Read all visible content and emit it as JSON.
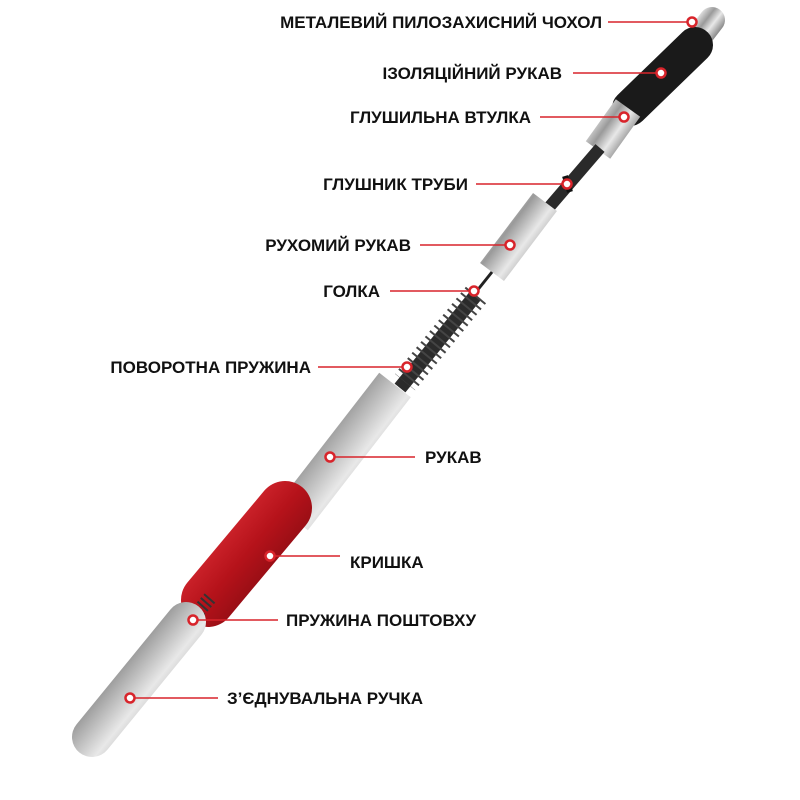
{
  "colors": {
    "accent": "#d8242b",
    "cap_red": "#c81a22",
    "metal": "#c8c8c8",
    "rubber": "#1a1a1a"
  },
  "labels": [
    {
      "id": "metal-dust-cover",
      "text": "МЕТАЛЕВИЙ ПИЛОЗАХИСНИЙ ЧОХОЛ"
    },
    {
      "id": "insulating-sleeve",
      "text": "ІЗОЛЯЦІЙНИЙ РУКАВ"
    },
    {
      "id": "silencer-bushing",
      "text": "ГЛУШИЛЬНА ВТУЛКА"
    },
    {
      "id": "pipe-muffler",
      "text": "ГЛУШНИК ТРУБИ"
    },
    {
      "id": "moving-sleeve",
      "text": "РУХОМИЙ РУКАВ"
    },
    {
      "id": "needle",
      "text": "ГОЛКА"
    },
    {
      "id": "return-spring",
      "text": "ПОВОРОТНА ПРУЖИНА"
    },
    {
      "id": "sleeve",
      "text": "РУКАВ"
    },
    {
      "id": "cap",
      "text": "КРИШКА"
    },
    {
      "id": "push-spring",
      "text": "ПРУЖИНА ПОШТОВХУ"
    },
    {
      "id": "connecting-handle",
      "text": "З’ЄДНУВАЛЬНА РУЧКА"
    }
  ]
}
